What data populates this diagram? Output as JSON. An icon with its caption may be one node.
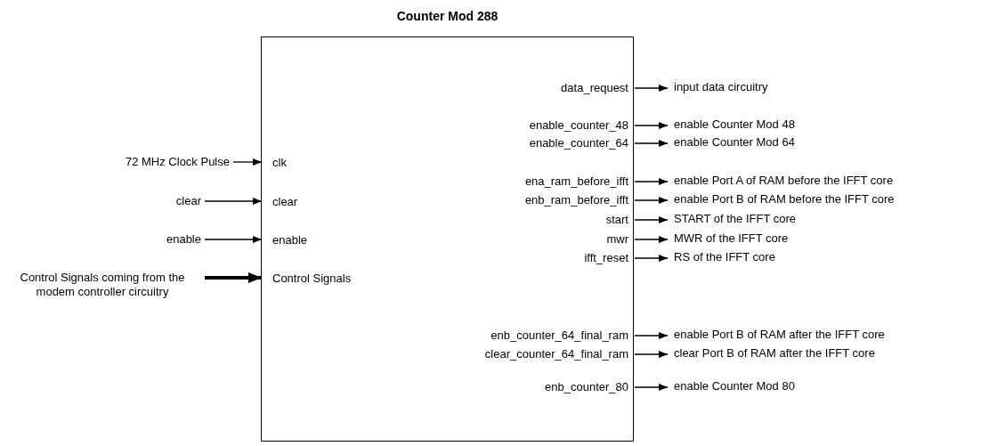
{
  "diagram": {
    "nodes": [
      {
        "text": [
          "Counter Mod 288"
        ]
      },
      {
        "text": [
          "72 MHz Clock Pulse"
        ]
      },
      {
        "text": [
          "clear"
        ]
      },
      {
        "text": [
          "enable"
        ]
      },
      {
        "text": [
          "Control Signals coming from the modem controller circuitry"
        ]
      },
      {
        "text": [
          "clk"
        ],
        "in": 0
      },
      {
        "text": [
          "clear"
        ],
        "in": 0
      },
      {
        "text": [
          "enable"
        ],
        "in": 0
      },
      {
        "text": [
          "Control Signals"
        ],
        "in": 0
      },
      {
        "text": [
          "data_request"
        ],
        "in": 0
      },
      {
        "text": [
          "enable_counter_48"
        ],
        "in": 0
      },
      {
        "text": [
          "enable_counter_64"
        ],
        "in": 0
      },
      {
        "text": [
          "ena_ram_before_ifft"
        ],
        "in": 0
      },
      {
        "text": [
          "enb_ram_before_ifft"
        ],
        "in": 0
      },
      {
        "text": [
          "start"
        ],
        "in": 0
      },
      {
        "text": [
          "mwr"
        ],
        "in": 0
      },
      {
        "text": [
          "ifft_reset"
        ],
        "in": 0
      },
      {
        "text": [
          "enb_counter_64_final_ram"
        ],
        "in": 0
      },
      {
        "text": [
          "clear_counter_64_final_ram"
        ],
        "in": 0
      },
      {
        "text": [
          "enb_counter_80"
        ],
        "in": 0
      },
      {
        "text": [
          "input data circuitry"
        ]
      },
      {
        "text": [
          "enable Counter Mod 48"
        ]
      },
      {
        "text": [
          "enable Counter Mod 64"
        ]
      },
      {
        "text": [
          "enable Port A of RAM before the IFFT core"
        ]
      },
      {
        "text": [
          "enable Port B of RAM before the IFFT core"
        ]
      },
      {
        "text": [
          "START of the IFFT core"
        ]
      },
      {
        "text": [
          "MWR of the IFFT core"
        ]
      },
      {
        "text": [
          "RS of the IFFT core"
        ]
      },
      {
        "text": [
          "enable Port B of RAM after the IFFT core"
        ]
      },
      {
        "text": [
          "clear Port B of RAM after the IFFT core"
        ]
      },
      {
        "text": [
          "enable Counter Mod 80"
        ]
      }
    ],
    "edges": [
      {
        "from": 1,
        "to": 5,
        "arrow": "to"
      },
      {
        "from": 2,
        "to": 6,
        "arrow": "to"
      },
      {
        "from": 3,
        "to": 7,
        "arrow": "to"
      },
      {
        "from": 4,
        "to": 8,
        "arrow": "to",
        "style": "thick"
      },
      {
        "from": 9,
        "to": 20,
        "arrow": "to"
      },
      {
        "from": 10,
        "to": 21,
        "arrow": "to"
      },
      {
        "from": 11,
        "to": 22,
        "arrow": "to"
      },
      {
        "from": 12,
        "to": 23,
        "arrow": "to"
      },
      {
        "from": 13,
        "to": 24,
        "arrow": "to"
      },
      {
        "from": 14,
        "to": 25,
        "arrow": "to"
      },
      {
        "from": 15,
        "to": 26,
        "arrow": "to"
      },
      {
        "from": 16,
        "to": 27,
        "arrow": "to"
      },
      {
        "from": 17,
        "to": 28,
        "arrow": "to"
      },
      {
        "from": 18,
        "to": 29,
        "arrow": "to"
      },
      {
        "from": 19,
        "to": 30,
        "arrow": "to"
      }
    ]
  }
}
